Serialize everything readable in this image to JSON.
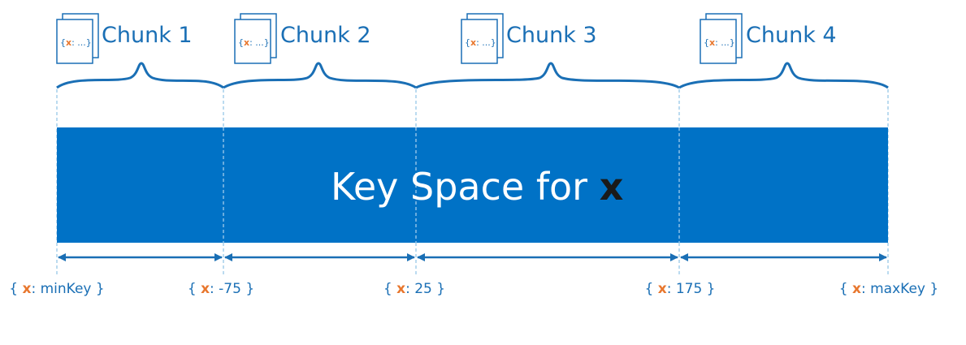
{
  "chunks": [
    {
      "label": "Chunk 1",
      "doc_text_open": "{",
      "doc_x": "x",
      "doc_text_rest": ": ...}"
    },
    {
      "label": "Chunk 2",
      "doc_text_open": "{",
      "doc_x": "x",
      "doc_text_rest": ": ...}"
    },
    {
      "label": "Chunk 3",
      "doc_text_open": "{",
      "doc_x": "x",
      "doc_text_rest": ": ...}"
    },
    {
      "label": "Chunk 4",
      "doc_text_open": "{",
      "doc_x": "x",
      "doc_text_rest": ": ...}"
    }
  ],
  "band": {
    "title_text": "Key Space for ",
    "title_x": "x",
    "color": "#0072c6"
  },
  "bounds": [
    {
      "open": "{ ",
      "x": "x",
      "value": ": minKey }"
    },
    {
      "open": "{ ",
      "x": "x",
      "value": ": -75 }"
    },
    {
      "open": "{ ",
      "x": "x",
      "value": ": 25 }"
    },
    {
      "open": "{ ",
      "x": "x",
      "value": ": 175 }"
    },
    {
      "open": "{ ",
      "x": "x",
      "value": ": maxKey }"
    }
  ],
  "colors": {
    "accent": "#1a6fb5",
    "field_highlight": "#e8772e",
    "band": "#0072c6"
  }
}
